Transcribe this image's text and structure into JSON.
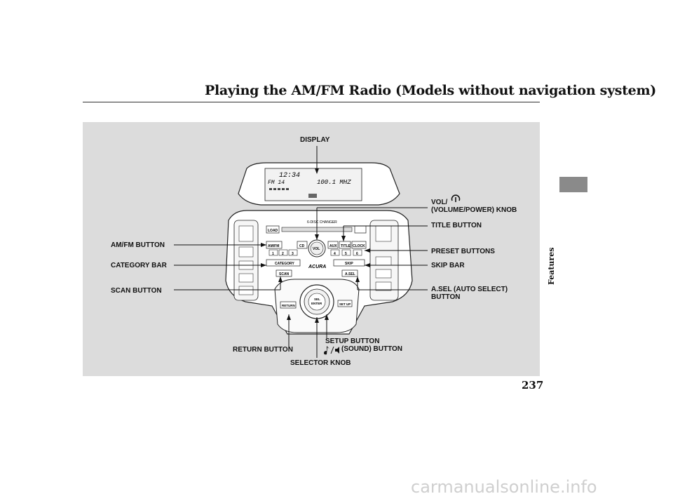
{
  "header": {
    "title": "Playing the AM/FM Radio (Models without navigation system)"
  },
  "side_tab": {
    "label": "Features"
  },
  "page_number": "237",
  "watermark": "carmanualsonline.info",
  "callouts": {
    "display": "DISPLAY",
    "vol_line1": "VOL/",
    "vol_line2": "(VOLUME/POWER) KNOB",
    "title_button": "TITLE BUTTON",
    "preset_buttons": "PRESET BUTTONS",
    "skip_bar": "SKIP BAR",
    "asel_line1": "A.SEL (AUTO SELECT)",
    "asel_line2": "BUTTON",
    "amfm_button": "AM/FM BUTTON",
    "category_bar": "CATEGORY BAR",
    "scan_button": "SCAN BUTTON",
    "return_button": "RETURN BUTTON",
    "selector_knob": "SELECTOR KNOB",
    "setup_button": "SETUP BUTTON",
    "sound_button": "(SOUND) BUTTON"
  },
  "unit": {
    "clock": "12:34",
    "band": "FM 14",
    "frequency": "100.1 MHZ",
    "changer": "6-DISC CHANGER",
    "load": "LOAD",
    "amfm": "AM/FM",
    "cd": "CD",
    "aux": "AUX",
    "title": "TITLE",
    "clock_btn": "CLOCK",
    "vol": "VOL",
    "category": "CATEGORY",
    "skip": "SKIP",
    "scan": "SCAN",
    "asel": "A.SEL",
    "brand": "ACURA",
    "sel": "SEL",
    "enter": "ENTER",
    "return": "RETURN",
    "setup": "SET UP",
    "presets": [
      "1",
      "2",
      "3",
      "4",
      "5",
      "6"
    ]
  }
}
